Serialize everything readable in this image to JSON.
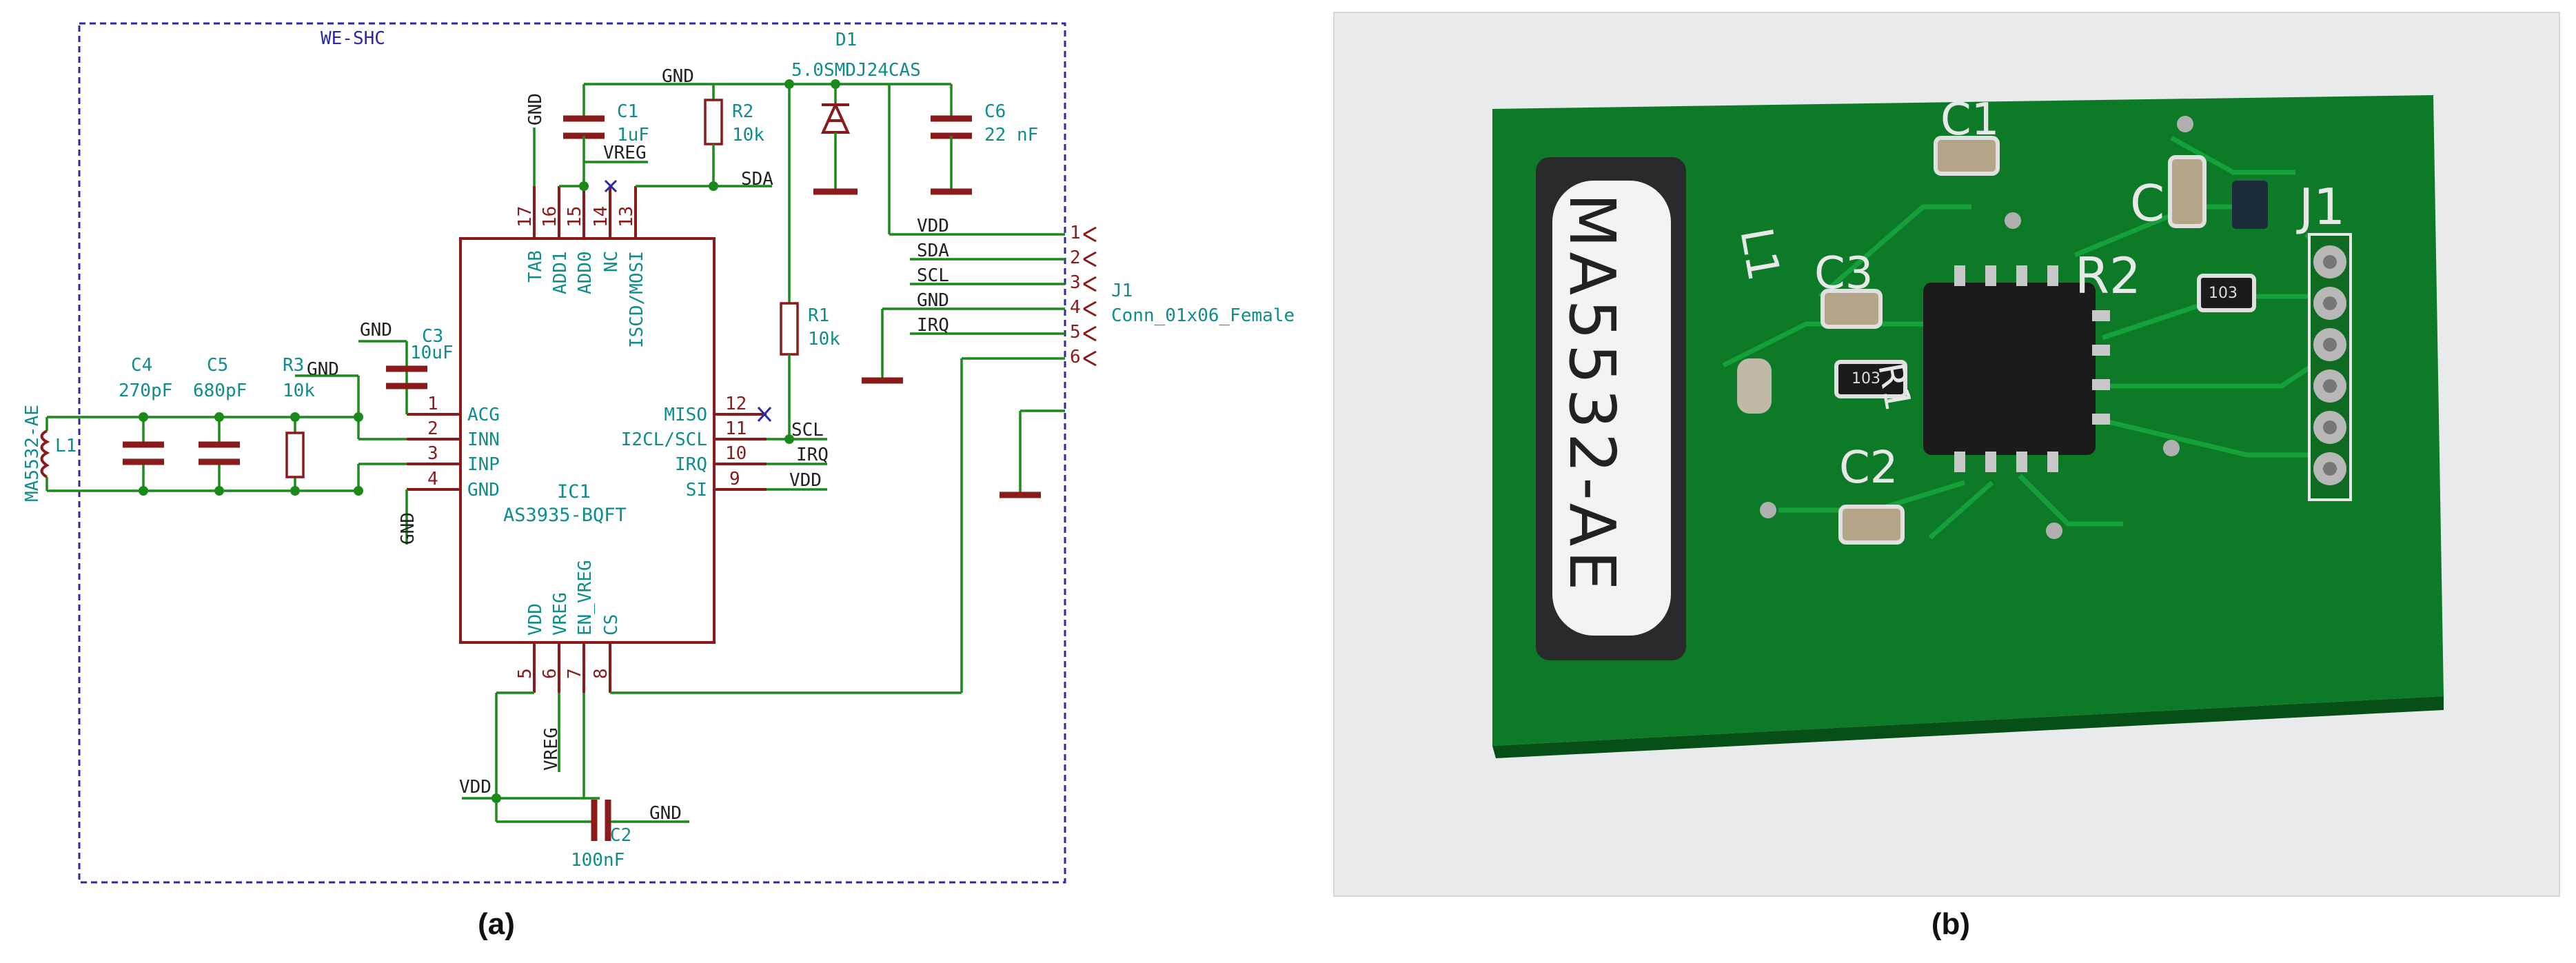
{
  "panel_a": {
    "caption": "(a)",
    "box_label": "WE-SHC",
    "ic": {
      "ref": "IC1",
      "value": "AS3935-BQFT",
      "left_pins": [
        {
          "num": "1",
          "name": "ACG"
        },
        {
          "num": "2",
          "name": "INN"
        },
        {
          "num": "3",
          "name": "INP"
        },
        {
          "num": "4",
          "name": "GND"
        }
      ],
      "right_pins": [
        {
          "num": "12",
          "name": "MISO"
        },
        {
          "num": "11",
          "name": "I2CL/SCL"
        },
        {
          "num": "10",
          "name": "IRQ"
        },
        {
          "num": "9",
          "name": "SI"
        }
      ],
      "top_pins": [
        {
          "num": "17",
          "name": "TAB"
        },
        {
          "num": "16",
          "name": "ADD1"
        },
        {
          "num": "15",
          "name": "ADD0"
        },
        {
          "num": "14",
          "name": "NC"
        },
        {
          "num": "13",
          "name": "ISCD/MOSI"
        }
      ],
      "bottom_pins": [
        {
          "num": "5",
          "name": "VDD"
        },
        {
          "num": "6",
          "name": "VREG"
        },
        {
          "num": "7",
          "name": "EN_VREG"
        },
        {
          "num": "8",
          "name": "CS"
        }
      ]
    },
    "components": {
      "L1": {
        "ref": "L1",
        "value": "MA5532-AE"
      },
      "C4": {
        "ref": "C4",
        "value": "270pF"
      },
      "C5": {
        "ref": "C5",
        "value": "680pF"
      },
      "R3": {
        "ref": "R3",
        "value": "10k"
      },
      "C3": {
        "ref": "C3",
        "value": "10uF"
      },
      "C1": {
        "ref": "C1",
        "value": "1uF"
      },
      "R2": {
        "ref": "R2",
        "value": "10k"
      },
      "D1": {
        "ref": "D1",
        "value": "5.0SMDJ24CAS"
      },
      "C6": {
        "ref": "C6",
        "value": "22 nF"
      },
      "R1": {
        "ref": "R1",
        "value": "10k"
      },
      "C2": {
        "ref": "C2",
        "value": "100nF"
      }
    },
    "connector": {
      "ref": "J1",
      "value": "Conn_01x06_Female",
      "pins": [
        {
          "num": "1",
          "net": "VDD"
        },
        {
          "num": "2",
          "net": "SDA"
        },
        {
          "num": "3",
          "net": "SCL"
        },
        {
          "num": "4",
          "net": "GND"
        },
        {
          "num": "5",
          "net": "IRQ"
        },
        {
          "num": "6",
          "net": ""
        }
      ]
    },
    "nets": {
      "gnd": "GND",
      "vreg": "VREG",
      "sda": "SDA",
      "scl": "SCL",
      "irq": "IRQ",
      "vdd": "VDD"
    },
    "colors": {
      "wire": "#1a8a1a",
      "symbol": "#8b1a1a",
      "label": "#0f8c8c",
      "border": "#2a2aa8"
    }
  },
  "panel_b": {
    "caption": "(b)",
    "coil_label": "MA5532-AE",
    "silk": {
      "C1": "C1",
      "C": "C",
      "J1": "J1",
      "L1": "L1",
      "C3": "C3",
      "R2": "R2",
      "C2": "C2",
      "R1": "R1",
      "r103a": "103",
      "r103b": "103"
    },
    "colors": {
      "pcb": "#0c7a26",
      "background": "#e9eaec"
    }
  }
}
